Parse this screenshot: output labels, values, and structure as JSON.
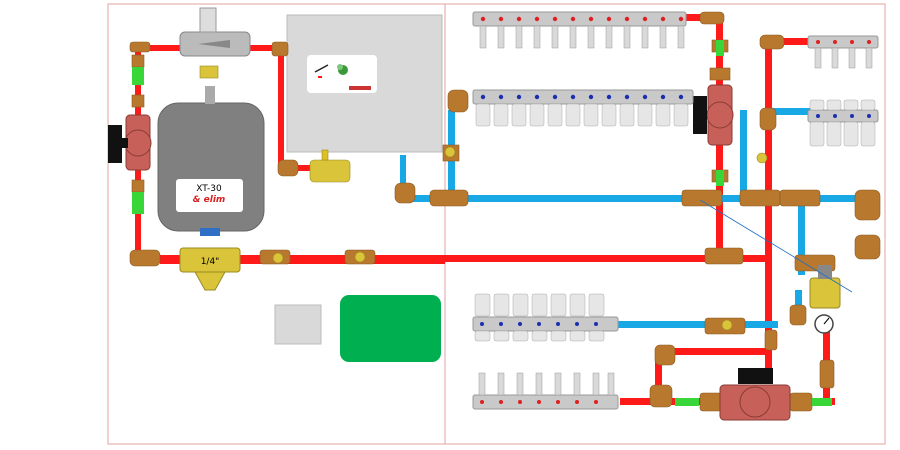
{
  "colors": {
    "hot_pipe": "#ff1a1a",
    "cold_pipe": "#18a8e6",
    "fitting": "#b8782e",
    "brass": "#d9c43a",
    "union_green": "#39d63a",
    "pump_body": "#c8605a",
    "motor": "#111111",
    "manifold": "#c9c9c9",
    "tank": "#808080",
    "panel": "#d9d9d9",
    "green_box": "#00b050",
    "frame": "#e3a0a0"
  },
  "labels": {
    "tank_model": "XT-30",
    "tank_brand": "& elim",
    "strainer_size": "1/4\""
  },
  "icons": {
    "pump": "circulator-pump-icon",
    "gauge": "temperature-gauge-icon",
    "tank": "expansion-tank-icon",
    "logo": "leaf-logo-icon"
  }
}
